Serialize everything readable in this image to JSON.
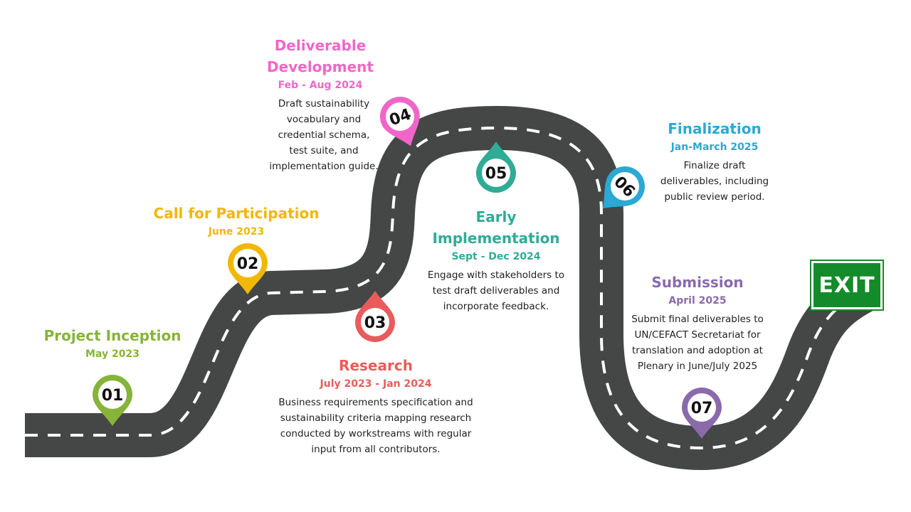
{
  "exit_label": "EXIT",
  "milestones": [
    {
      "num": "01",
      "title": "Project Inception",
      "date": "May 2023",
      "desc": "",
      "color": "#86b43a"
    },
    {
      "num": "02",
      "title": "Call for Participation",
      "date": "June 2023",
      "desc": "",
      "color": "#f2b705"
    },
    {
      "num": "03",
      "title": "Research",
      "date": "July 2023 - Jan 2024",
      "desc": "Business requirements specification and\nsustainability criteria mapping research\nconducted by workstreams with regular\ninput from all contributors.",
      "color": "#e85c5c"
    },
    {
      "num": "04",
      "title": "Deliverable\nDevelopment",
      "date": "Feb - Aug 2024",
      "desc": "Draft sustainability\nvocabulary and\ncredential schema,\ntest suite, and\nimplementation guide.",
      "color": "#f066c8"
    },
    {
      "num": "05",
      "title": "Early\nImplementation",
      "date": "Sept - Dec 2024",
      "desc": "Engage with stakeholders to\ntest draft deliverables and\nincorporate feedback.",
      "color": "#2fac95"
    },
    {
      "num": "06",
      "title": "Finalization",
      "date": "Jan-March 2025",
      "desc": "Finalize draft\ndeliverables, including\npublic review period.",
      "color": "#29a9d3"
    },
    {
      "num": "07",
      "title": "Submission",
      "date": "April 2025",
      "desc": "Submit final deliverables to\nUN/CEFACT Secretariat for\ntranslation and adoption at\nPlenary in June/July 2025",
      "color": "#8a6aab"
    }
  ]
}
